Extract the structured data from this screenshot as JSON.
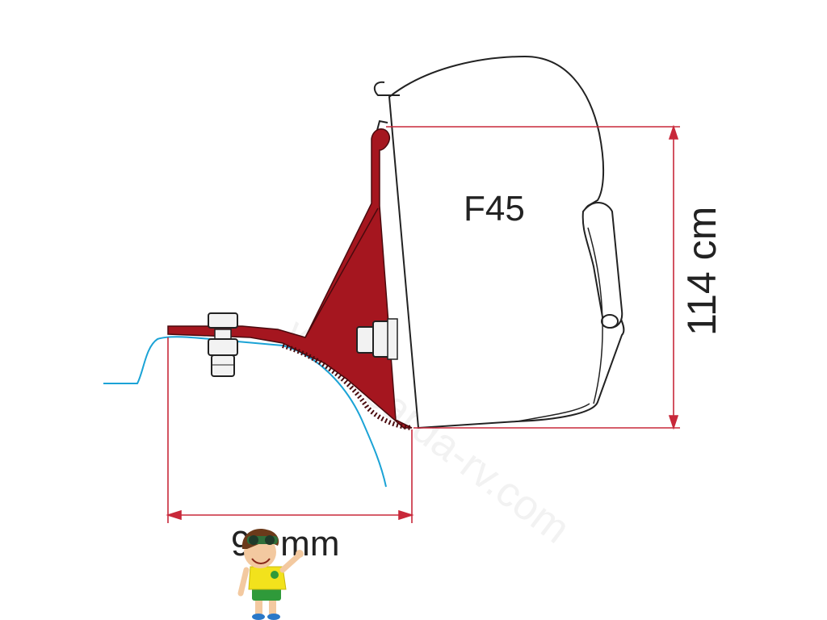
{
  "diagram": {
    "model_label": "F45",
    "height_dimension": "114 cm",
    "width_dimension": "90 mm",
    "watermark": "www.sarda-rv.com"
  },
  "colors": {
    "bracket_red": "#a5161f",
    "dimension_red": "#c8283a",
    "vehicle_blue": "#1ba3d6",
    "outline": "#222222",
    "mascot_shirt": "#f2e21c",
    "mascot_shorts": "#2f9a3a"
  },
  "icons": [
    "mascot-boy-icon",
    "bolt-icon"
  ]
}
